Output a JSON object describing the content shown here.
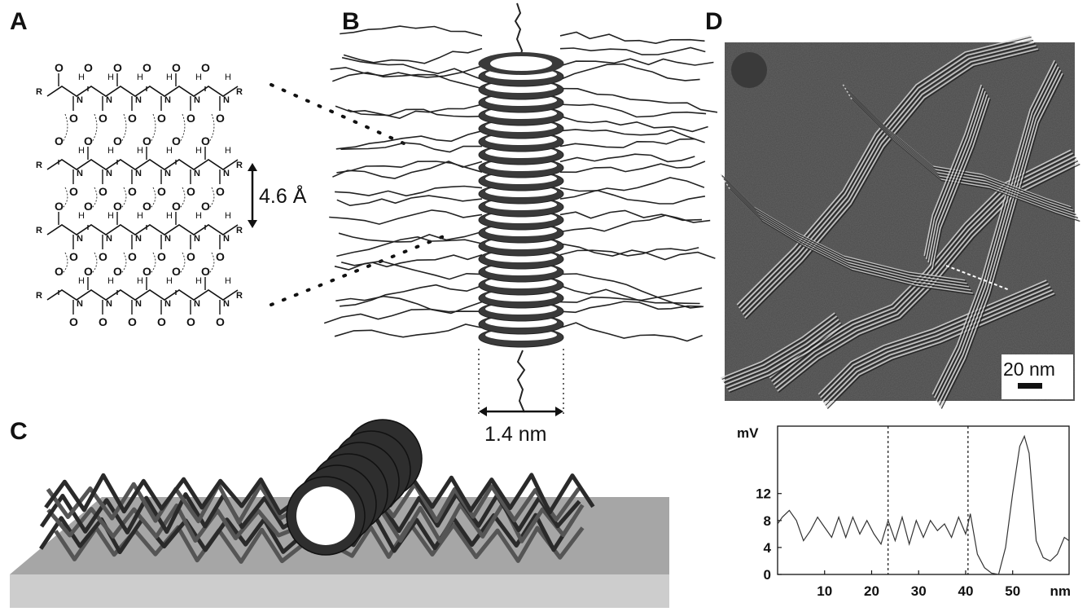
{
  "panels": {
    "a": {
      "label": "A",
      "spacing": "4.6 Å",
      "residue_label": "R"
    },
    "b": {
      "label": "B",
      "diameter": "1.4 nm"
    },
    "c": {
      "label": "C"
    },
    "d": {
      "label": "D",
      "scalebar": "20 nm"
    }
  },
  "chart_data": {
    "type": "line",
    "ylabel": "mV",
    "xlabel": "nm",
    "x_ticks": [
      "10",
      "20",
      "30",
      "40",
      "50"
    ],
    "y_ticks": [
      "0",
      "4",
      "8",
      "12"
    ],
    "xlim": [
      0,
      62
    ],
    "ylim": [
      0,
      22
    ],
    "vlines": [
      23.5,
      40.5
    ],
    "series": [
      {
        "x": [
          0,
          1,
          2.5,
          4,
          5.5,
          7,
          8.5,
          10,
          11.5,
          13,
          14.5,
          16,
          17.5,
          19,
          20.5,
          22,
          23.5,
          25,
          26.5,
          28,
          29.5,
          31,
          32.5,
          34,
          35.5,
          37,
          38.5,
          40,
          41,
          42.5,
          44,
          45.5,
          47,
          48.5,
          50,
          51.5,
          52.5,
          53.5,
          55,
          56.5,
          58,
          59.5,
          61,
          62
        ],
        "y": [
          7.5,
          8.5,
          9.5,
          8.0,
          5.0,
          6.5,
          8.5,
          7.0,
          5.5,
          8.5,
          5.5,
          8.5,
          6.0,
          8.0,
          6.0,
          4.5,
          8.0,
          5.0,
          8.5,
          4.5,
          8.0,
          5.5,
          8.0,
          6.5,
          7.5,
          5.5,
          8.5,
          6.0,
          9.0,
          3.0,
          1.0,
          0.2,
          0.0,
          4.0,
          12.0,
          19.0,
          20.5,
          18.0,
          5.0,
          2.5,
          2.0,
          3.0,
          5.5,
          5.0
        ]
      }
    ]
  }
}
